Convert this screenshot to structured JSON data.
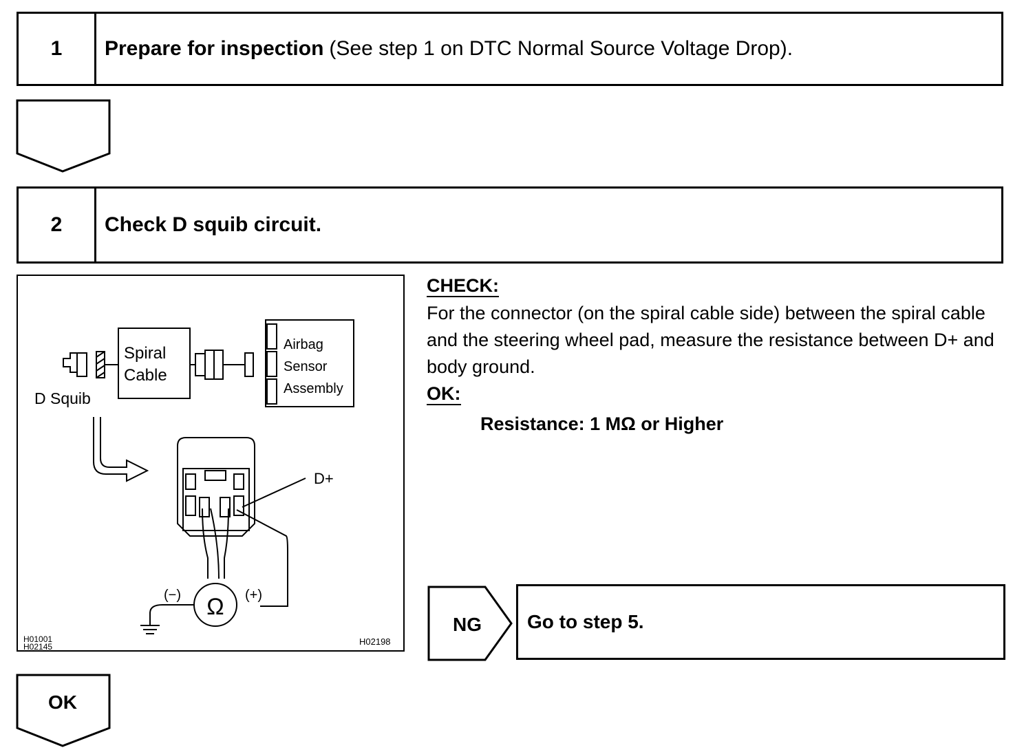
{
  "step1": {
    "number": "1",
    "title_bold": "Prepare for inspection",
    "title_rest": "(See step 1 on DTC Normal Source Voltage Drop)."
  },
  "step2": {
    "number": "2",
    "title": "Check D squib circuit."
  },
  "figure": {
    "label_spiral_1": "Spiral",
    "label_spiral_2": "Cable",
    "label_airbag_1": "Airbag",
    "label_airbag_2": "Sensor",
    "label_airbag_3": "Assembly",
    "label_dsquib": "D Squib",
    "label_dplus": "D+",
    "label_neg": "(−)",
    "label_pos": "(+)",
    "label_ohm": "Ω",
    "code_left_1": "H01001",
    "code_left_2": "H02145",
    "code_right": "H02198"
  },
  "check": {
    "heading": "CHECK:",
    "text": "For the connector (on the spiral cable side) between the spiral cable and the steering wheel pad, measure the resistance between D+ and body ground.",
    "ok_heading": "OK:",
    "requirement": "Resistance: 1 MΩ or Higher"
  },
  "ng": {
    "label": "NG",
    "action": "Go to step 5."
  },
  "ok_arrow": {
    "label": "OK"
  }
}
